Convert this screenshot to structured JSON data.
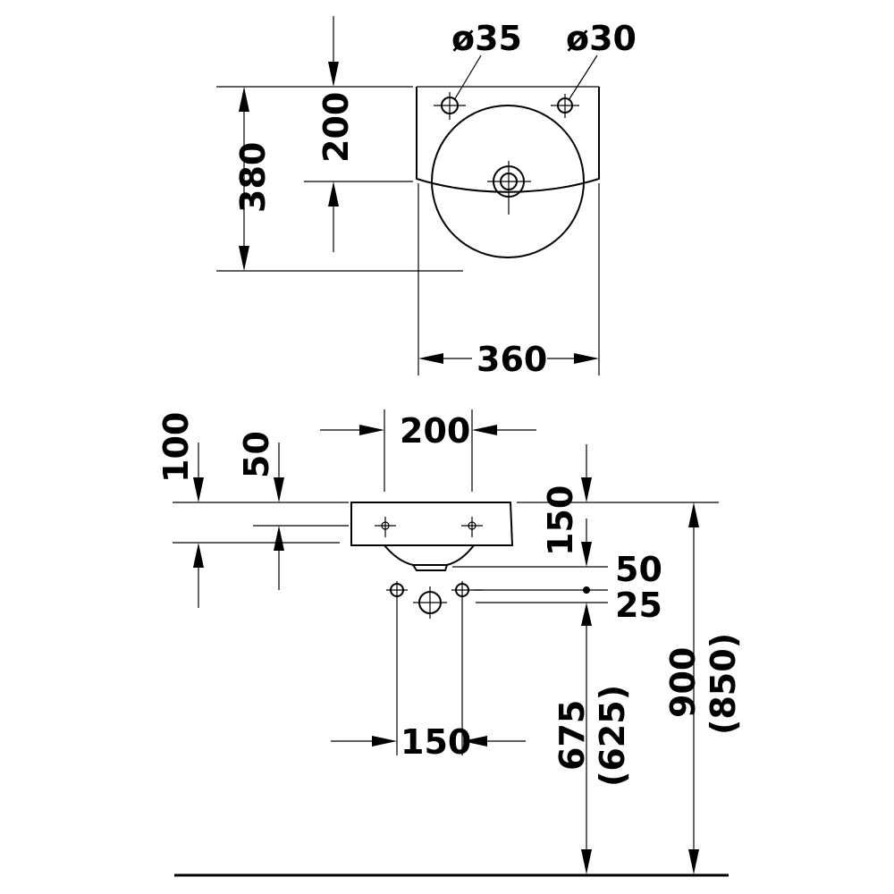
{
  "top_view": {
    "hole_left_diameter": "ø35",
    "hole_right_diameter": "ø30",
    "depth_to_drain": "200",
    "total_depth": "380",
    "width": "360"
  },
  "side_view": {
    "hole_spacing_top": "200",
    "offset_100": "100",
    "offset_50_left": "50",
    "height_150": "150",
    "drop_50": "50",
    "drop_25": "25",
    "trap_spacing": "150",
    "outlet_height": "675",
    "outlet_height_alt": "(625)",
    "rim_height": "900",
    "rim_height_alt": "(850)"
  }
}
